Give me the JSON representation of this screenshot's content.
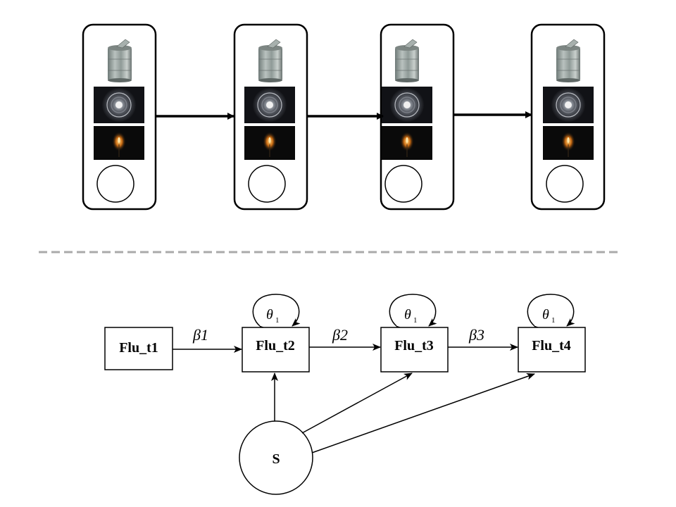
{
  "top_panel": {
    "frames": [
      {
        "images": [
          "tin-can",
          "wheel-hub",
          "candle-flame"
        ],
        "circle": ""
      },
      {
        "images": [
          "tin-can",
          "wheel-hub",
          "candle-flame"
        ],
        "circle": ""
      },
      {
        "images": [
          "tin-can",
          "wheel-hub",
          "candle-flame"
        ],
        "circle": ""
      },
      {
        "images": [
          "tin-can",
          "wheel-hub",
          "candle-flame"
        ],
        "circle": ""
      }
    ]
  },
  "path_model": {
    "nodes": [
      "Flu_t1",
      "Flu_t2",
      "Flu_t3",
      "Flu_t4"
    ],
    "latent": "S",
    "paths": [
      "β1",
      "β2",
      "β3"
    ],
    "residual_symbol": "θ",
    "residual_subscript": "1"
  },
  "colors": {
    "stroke": "#000000",
    "divider": "#aaaaaa",
    "photo_bg": "#0a0a0a"
  }
}
